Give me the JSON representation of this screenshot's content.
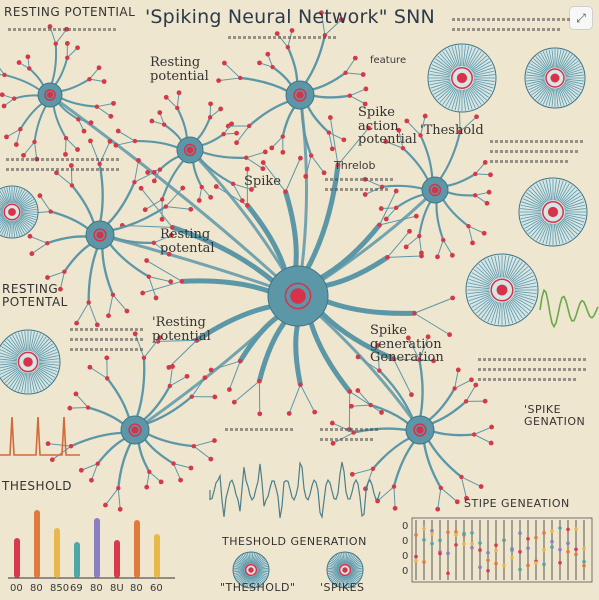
{
  "title": "'Spiking Neural Network\" SNN",
  "labels": {
    "top_left": "RESTING POTENTIAL",
    "resting_top": "Resting potential",
    "feature": "feature",
    "spike_action": "Spike action potential",
    "threshold_top": "'Theshold",
    "spike_mid": "Spike",
    "threlob": "Threlob",
    "resting_mid": "Resting potental",
    "resting_left": "RESTING POTENTAL",
    "resting_center": "'Resting potential",
    "spike_gen": "Spike generation Generation",
    "spike_right": "'SPIKE GENATION",
    "threshold_left": "THESHOLD",
    "stipe": "STIPE GENEATION",
    "theshold_gen": "THESHOLD GENERATION",
    "theshold_bottom": "\"THESHOLD\"",
    "spikes": "'SPIKES"
  },
  "axis_ticks": [
    "00",
    "80",
    "850",
    "69",
    "80",
    "8U",
    "80",
    "60"
  ],
  "axis_ticks_right": [
    "0",
    "0",
    "0",
    "0"
  ],
  "icons": {
    "expand": "expand-icon"
  },
  "colors": {
    "background": "#efe6cf",
    "neuron": "#5c97a8",
    "neuron_dark": "#3f7586",
    "nucleus": "#d8314a",
    "terminal": "#d23a4a",
    "bar_colors": [
      "#d63a4c",
      "#e07b3c",
      "#e8b84a",
      "#4fa6a6",
      "#8a7fc0"
    ]
  }
}
